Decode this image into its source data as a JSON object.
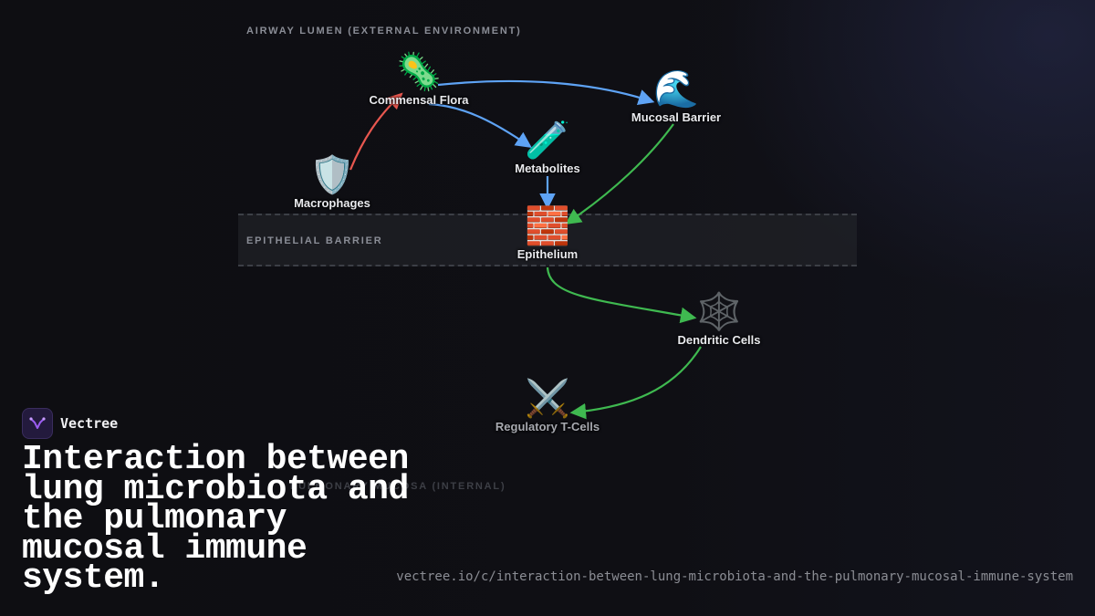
{
  "zones": {
    "lumen": "AIRWAY LUMEN (EXTERNAL ENVIRONMENT)",
    "barrier": "EPITHELIAL BARRIER",
    "mucosa": "PULMONARY MUCOSA (INTERNAL)"
  },
  "nodes": {
    "commensal_flora": {
      "label": "Commensal Flora",
      "icon": "🦠"
    },
    "mucosal_barrier": {
      "label": "Mucosal Barrier",
      "icon": "🌊"
    },
    "metabolites": {
      "label": "Metabolites",
      "icon": "🧪"
    },
    "macrophages": {
      "label": "Macrophages",
      "icon": "🛡️"
    },
    "epithelium": {
      "label": "Epithelium",
      "icon": "🧱"
    },
    "dendritic_cells": {
      "label": "Dendritic Cells",
      "icon": "🕸️"
    },
    "regulatory_tcells": {
      "label": "Regulatory T-Cells",
      "icon": "⚔️"
    }
  },
  "edges": [
    {
      "from": "Macrophages",
      "to": "Commensal Flora",
      "color": "#e8574f"
    },
    {
      "from": "Commensal Flora",
      "to": "Mucosal Barrier",
      "color": "#5ea3f5"
    },
    {
      "from": "Commensal Flora",
      "to": "Metabolites",
      "color": "#5ea3f5"
    },
    {
      "from": "Metabolites",
      "to": "Epithelium",
      "color": "#5ea3f5"
    },
    {
      "from": "Mucosal Barrier",
      "to": "Epithelium",
      "color": "#3fb950"
    },
    {
      "from": "Epithelium",
      "to": "Dendritic Cells",
      "color": "#3fb950"
    },
    {
      "from": "Dendritic Cells",
      "to": "Regulatory T-Cells",
      "color": "#3fb950"
    }
  ],
  "brand": {
    "name": "Vectree",
    "logo_icon": "vectree-logo-icon",
    "logo_color": "#9b5cf0"
  },
  "title": "Interaction between lung microbiota and the pulmonary mucosal immune system.",
  "url": "vectree.io/c/interaction-between-lung-microbiota-and-the-pulmonary-mucosal-immune-system"
}
